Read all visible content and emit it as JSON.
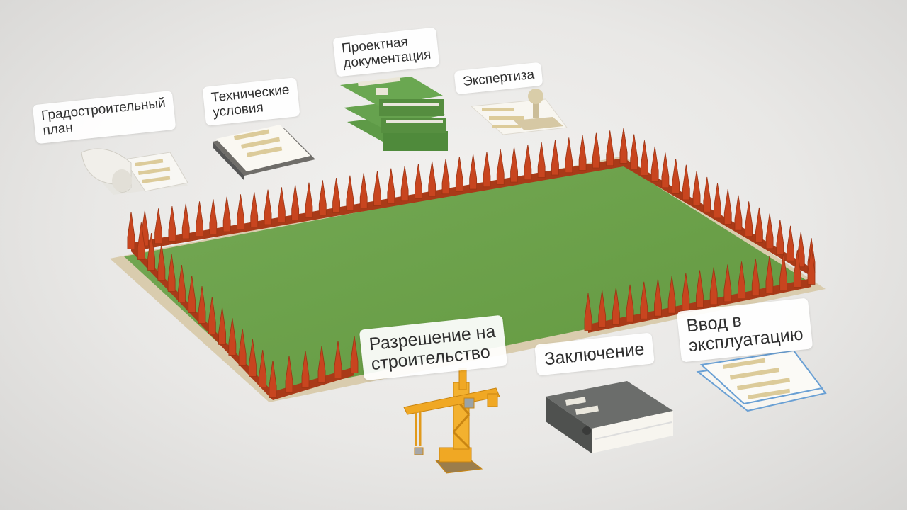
{
  "steps": [
    {
      "id": "urban-plan",
      "text": "Градостроительный\nплан"
    },
    {
      "id": "tech-conditions",
      "text": "Технические\nусловия"
    },
    {
      "id": "project-docs",
      "text": "Проектная\nдокументация"
    },
    {
      "id": "expertise",
      "text": "Экспертиза"
    },
    {
      "id": "building-permit",
      "text": "Разрешение на\nстроительство"
    },
    {
      "id": "conclusion",
      "text": "Заключение"
    },
    {
      "id": "commissioning",
      "text": "Ввод в\nэксплуатацию"
    }
  ],
  "colors": {
    "grass": "#6fa24f",
    "fence": "#c8451f",
    "book_green": "#5e9a47",
    "crane": "#f0a824",
    "binder": "#5f615f",
    "paper": "#f6f4ee",
    "text_lines": "#dccb9a"
  }
}
